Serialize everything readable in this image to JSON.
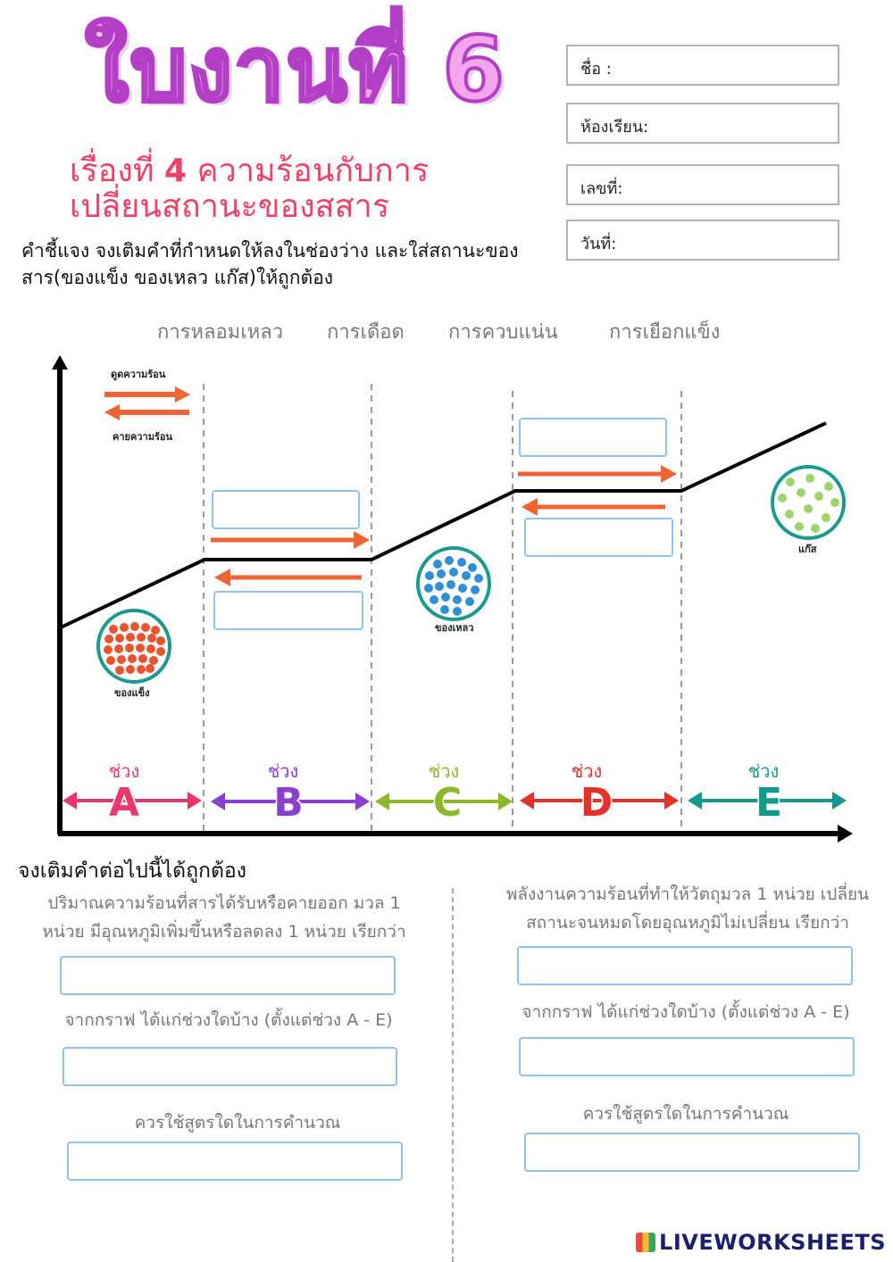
{
  "header": {
    "title": "ใบงานที่ 6",
    "subtitle_prefix": "เรื่องที่ ",
    "subtitle_num": "4",
    "subtitle_line1_rest": " ความร้อนกับการ",
    "subtitle_line2": "เปลี่ยนสถานะของสสาร"
  },
  "info_fields": [
    {
      "label": "ชื่อ :"
    },
    {
      "label": "ห้องเรียน:"
    },
    {
      "label": "เลขที่:"
    },
    {
      "label": "วันที่:"
    }
  ],
  "instructions": {
    "line1": "คำชี้แจง จงเติมคำที่กำหนดให้ลงในช่องว่าง และใส่สถานะของ",
    "line2": "สาร(ของแข็ง ของเหลว แก๊ส)ให้ถูกต้อง"
  },
  "word_bank": [
    "การหลอมเหลว",
    "การเดือด",
    "การควบแน่น",
    "การเยือกแข็ง"
  ],
  "legend": {
    "absorb": "ดูดความร้อน",
    "release": "คายความร้อน"
  },
  "states": {
    "solid": "ของแข็ง",
    "liquid": "ของเหลว",
    "gas": "แก๊ส"
  },
  "segments": [
    {
      "word": "ช่วง",
      "letter": "A",
      "color": "#e8386b"
    },
    {
      "word": "ช่วง",
      "letter": "B",
      "color": "#8a3fd1"
    },
    {
      "word": "ช่วง",
      "letter": "C",
      "color": "#8cb829"
    },
    {
      "word": "ช่วง",
      "letter": "D",
      "color": "#e23229"
    },
    {
      "word": "ช่วง",
      "letter": "E",
      "color": "#13998c"
    }
  ],
  "colors": {
    "arrow": "#ee6433",
    "answer_border": "#8fc3ec",
    "title_fill": "#f4a6ec",
    "title_stroke": "#b23fc6",
    "subtitle": "#ef4068"
  },
  "section2": {
    "heading": "จงเติมคำต่อไปนี้ได้ถูกต้อง",
    "left": {
      "q1_line1": "ปริมาณความร้อนที่สารได้รับหรือคายออก มวล 1",
      "q1_line2": "หน่วย มีอุณหภูมิเพิ่มขึ้นหรือลดลง 1 หน่วย เรียกว่า",
      "q2": "จากกราฟ ได้แก่ช่วงใดบ้าง (ตั้งแต่ช่วง A - E)",
      "q3": "ควรใช้สูตรใดในการคำนวณ"
    },
    "right": {
      "q1_line1": "พลังงานความร้อนที่ทำให้วัตถุมวล 1 หน่วย เปลี่ยน",
      "q1_line2": "สถานะจนหมดโดยอุณหภูมิไม่เปลี่ยน เรียกว่า",
      "q2": "จากกราฟ ได้แก่ช่วงใดบ้าง (ตั้งแต่ช่วง A - E)",
      "q3": "ควรใช้สูตรใดในการคำนวณ"
    }
  },
  "logo": "LIVEWORKSHEETS"
}
